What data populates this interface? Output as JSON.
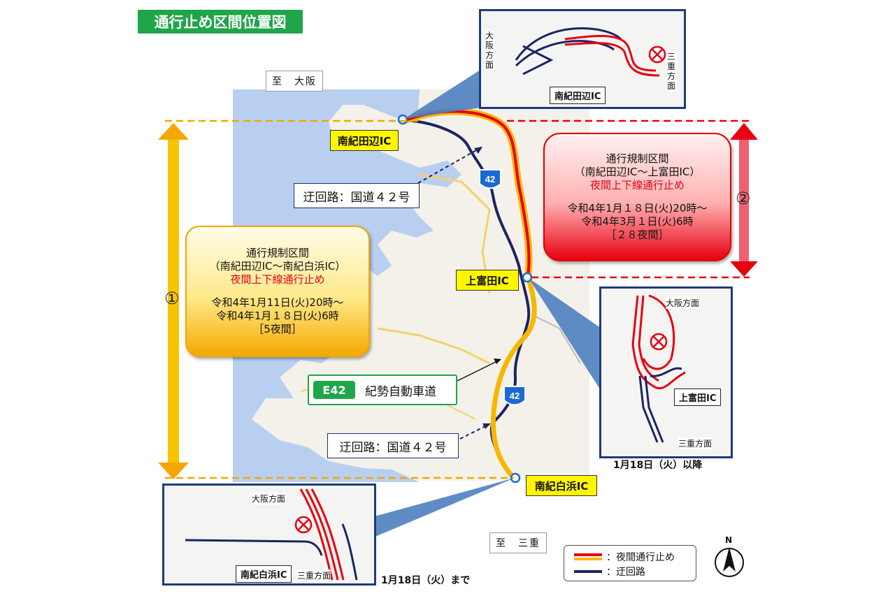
{
  "title": "通行止め区間位置図",
  "places": {
    "osaka": "至　大阪",
    "mie": "至　三重"
  },
  "interchanges": {
    "nanki_tanabe": "南紀田辺IC",
    "kamitonda": "上富田IC",
    "nanki_shirahama": "南紀白浜IC"
  },
  "detour_labels": {
    "upper": "迂回路：国道４２号",
    "lower": "迂回路：国道４２号"
  },
  "route_shields": {
    "upper": "42",
    "lower": "42"
  },
  "expressway": {
    "badge": "E42",
    "name": "紀勢自動車道"
  },
  "section_1": {
    "marker": "①",
    "title": "通行規制区間",
    "range": "（南紀田辺IC～南紀白浜IC）",
    "closure": "夜間上下線通行止め",
    "period_start": "令和4年1月11日(火)20時～",
    "period_end": "令和4年1月１８日(火)6時",
    "nights": "［5夜間］"
  },
  "section_2": {
    "marker": "②",
    "title": "通行規制区間",
    "range": "（南紀田辺IC～上富田IC）",
    "closure": "夜間上下線通行止め",
    "period_start": "令和4年1月１８日(火)20時～",
    "period_end": "令和4年3月１日(火)6時",
    "nights": "［２８夜間］"
  },
  "inset_tanabe": {
    "left_dir": "大阪方面",
    "right_dir": "三重方面",
    "name": "南紀田辺IC"
  },
  "inset_kamitonda": {
    "top_dir": "大阪方面",
    "bottom_dir": "三重方面",
    "name": "上富田IC",
    "caption": "1月18日（火）以降"
  },
  "inset_shirahama": {
    "top_dir": "大阪方面",
    "bottom_dir": "三重方面",
    "name": "南紀白浜IC",
    "caption": "1月18日（火）まで"
  },
  "legend": {
    "closure": "：夜間通行止め",
    "detour": "：迂回路"
  },
  "north_label": "N",
  "colors": {
    "closure_red": "#e60012",
    "closure_orange": "#f5b800",
    "detour_navy": "#1b2563",
    "sea": "#b8cff0",
    "brand_green": "#1fa54a"
  }
}
